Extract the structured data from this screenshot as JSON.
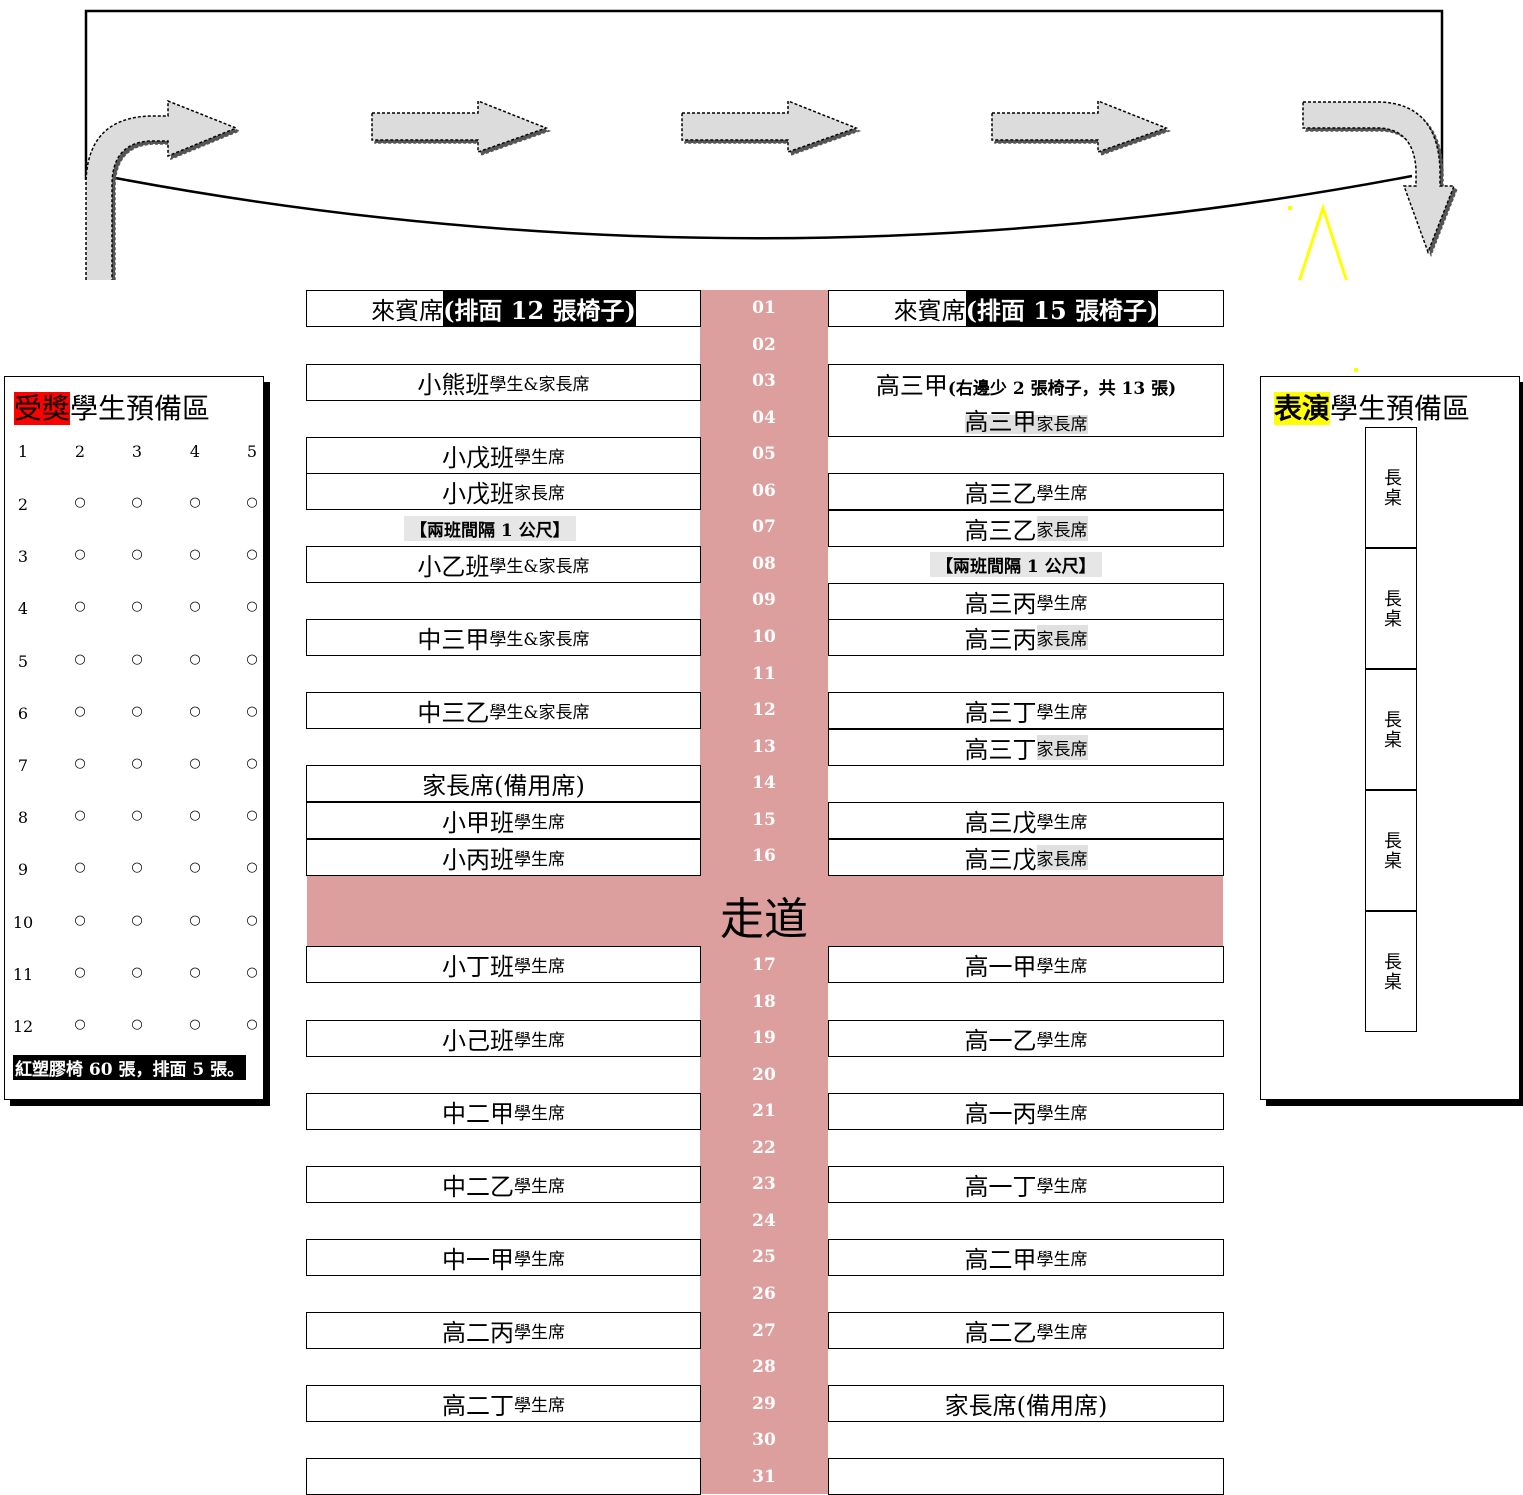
{
  "left_seats": [
    {
      "main": "來賓席",
      "note": "(排面 12 張椅子)"
    },
    {
      "main": "小熊班",
      "note": "學生&家長席"
    },
    {
      "main": "小戊班",
      "note": "學生席"
    },
    {
      "main": "小戊班",
      "note": "家長席"
    },
    {
      "main": "小乙班",
      "note": "學生&家長席"
    },
    {
      "main": "中三甲",
      "note": "學生&家長席"
    },
    {
      "main": "中三乙",
      "note": "學生&家長席"
    },
    {
      "main": "家長席(備用席)",
      "note": ""
    },
    {
      "main": "小甲班",
      "note": "學生席"
    },
    {
      "main": "小丙班",
      "note": "學生席"
    },
    {
      "main": "小丁班",
      "note": "學生席"
    },
    {
      "main": "小己班",
      "note": "學生席"
    },
    {
      "main": "中二甲",
      "note": "學生席"
    },
    {
      "main": "中二乙",
      "note": "學生席"
    },
    {
      "main": "中一甲",
      "note": "學生席"
    },
    {
      "main": "高二丙",
      "note": "學生席"
    },
    {
      "main": "高二丁",
      "note": "學生席"
    },
    {
      "main": "",
      "note": ""
    }
  ],
  "right_seats": [
    {
      "main": "來賓席",
      "note": "(排面 15 張椅子)"
    },
    {
      "main": "高三甲",
      "note": "(右邊少 2 張椅子，共 13 張)"
    },
    {
      "main": "高三甲",
      "note": "家長席"
    },
    {
      "main": "高三乙",
      "note": "學生席"
    },
    {
      "main": "高三乙",
      "note": "家長席"
    },
    {
      "main": "高三丙",
      "note": "學生席"
    },
    {
      "main": "高三丙",
      "note": "家長席"
    },
    {
      "main": "高三丁",
      "note": "學生席"
    },
    {
      "main": "高三丁",
      "note": "家長席"
    },
    {
      "main": "高三戊",
      "note": "學生席"
    },
    {
      "main": "高三戊",
      "note": "家長席"
    },
    {
      "main": "高一甲",
      "note": "學生席"
    },
    {
      "main": "高一乙",
      "note": "學生席"
    },
    {
      "main": "高一丙",
      "note": "學生席"
    },
    {
      "main": "高一丁",
      "note": "學生席"
    },
    {
      "main": "高二甲",
      "note": "學生席"
    },
    {
      "main": "高二乙",
      "note": "學生席"
    },
    {
      "main": "家長席(備用席)",
      "note": ""
    },
    {
      "main": "",
      "note": ""
    }
  ],
  "gap_label_left": "【兩班間隔 1 公尺】",
  "gap_label_right": "【兩班間隔 1 公尺】",
  "aisle_label": "走道",
  "aisle_numbers": [
    "01",
    "02",
    "03",
    "04",
    "05",
    "06",
    "07",
    "08",
    "09",
    "10",
    "11",
    "12",
    "13",
    "14",
    "15",
    "16",
    "17",
    "18",
    "19",
    "20",
    "21",
    "22",
    "23",
    "24",
    "25",
    "26",
    "27",
    "28",
    "29",
    "30",
    "31"
  ],
  "award_area": {
    "title_highlight": "受獎",
    "title_rest": "學生預備區",
    "col_headers": [
      "1",
      "2",
      "3",
      "4",
      "5"
    ],
    "row_labels": [
      "2",
      "3",
      "4",
      "5",
      "6",
      "7",
      "8",
      "9",
      "10",
      "11",
      "12"
    ],
    "seat_symbol": "○",
    "footer": "紅塑膠椅 60 張，排面 5 張。"
  },
  "perform_area": {
    "title_highlight": "表演",
    "title_rest": "學生預備區",
    "desks": [
      "長桌",
      "長桌",
      "長桌",
      "長桌",
      "長桌"
    ]
  },
  "colors": {
    "aisle": "#dd9e9e",
    "award_highlight": "#ff0000",
    "perform_highlight": "#ffff00",
    "arrow_fill": "#d9d9d9",
    "yellow_arrow": "#ffff00"
  }
}
